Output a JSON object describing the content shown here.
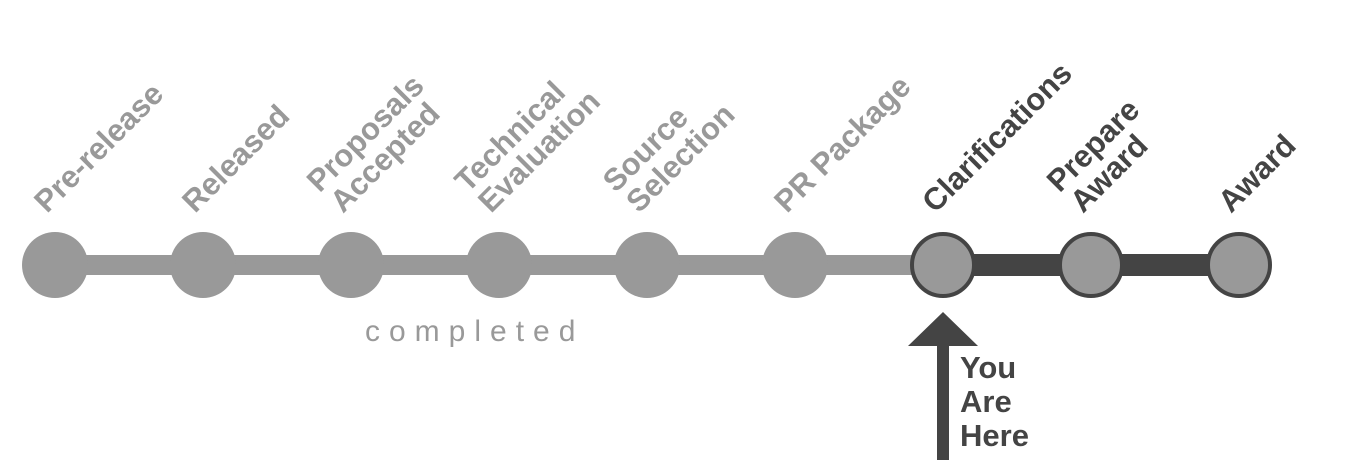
{
  "colors": {
    "completed": "#999999",
    "remaining": "#444444",
    "node_fill": "#999999"
  },
  "stages": [
    {
      "lines": [
        "Pre-release"
      ],
      "status": "completed"
    },
    {
      "lines": [
        "Released"
      ],
      "status": "completed"
    },
    {
      "lines": [
        "Proposals",
        "Accepted"
      ],
      "status": "completed"
    },
    {
      "lines": [
        "Technical",
        "Evaluation"
      ],
      "status": "completed"
    },
    {
      "lines": [
        "Source",
        "Selection"
      ],
      "status": "completed"
    },
    {
      "lines": [
        "PR Package"
      ],
      "status": "completed"
    },
    {
      "lines": [
        "Clarifications"
      ],
      "status": "current"
    },
    {
      "lines": [
        "Prepare",
        "Award"
      ],
      "status": "upcoming"
    },
    {
      "lines": [
        "Award"
      ],
      "status": "upcoming"
    }
  ],
  "completed_label": "completed",
  "marker": {
    "lines": [
      "You",
      "Are",
      "Here"
    ],
    "icon": "arrow-up-icon"
  }
}
